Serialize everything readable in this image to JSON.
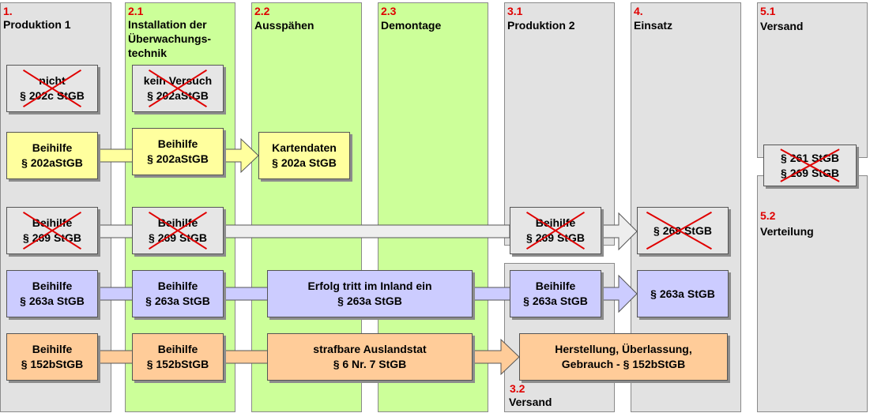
{
  "phases": [
    {
      "num": "1.",
      "title": "Produktion 1"
    },
    {
      "num": "2.1",
      "title": "Installation der Überwachungs-technik",
      "title_lines": [
        "Installation der",
        "Überwachungs-",
        "technik"
      ]
    },
    {
      "num": "2.2",
      "title": "Ausspähen"
    },
    {
      "num": "2.3",
      "title": "Demontage"
    },
    {
      "num": "3.1",
      "title": "Produktion 2"
    },
    {
      "num": "4.",
      "title": "Einsatz"
    },
    {
      "num": "5.1",
      "title": "Versand"
    },
    {
      "num": "5.2",
      "title": "Verteilung"
    },
    {
      "num": "3.2",
      "title": "Versand"
    }
  ],
  "boxes": {
    "r1_c1": {
      "lines": [
        "nicht",
        "§ 202c StGB"
      ],
      "crossed": true
    },
    "r1_c2": {
      "lines": [
        "kein Versuch",
        "§ 202aStGB"
      ],
      "crossed": true
    },
    "r2_c1": {
      "lines": [
        "Beihilfe",
        "§ 202aStGB"
      ],
      "crossed": false
    },
    "r2_c2": {
      "lines": [
        "Beihilfe",
        "§ 202aStGB"
      ],
      "crossed": false
    },
    "r2_c3": {
      "lines": [
        "Kartendaten",
        "§ 202a StGB"
      ],
      "crossed": false
    },
    "r2_c7": {
      "lines": [
        "§ 261 StGB",
        "§ 269 StGB"
      ],
      "crossed": true
    },
    "r3_c1": {
      "lines": [
        "Beihilfe",
        "§ 269 StGB"
      ],
      "crossed": true
    },
    "r3_c2": {
      "lines": [
        "Beihilfe",
        "§ 269 StGB"
      ],
      "crossed": true
    },
    "r3_c5": {
      "lines": [
        "Beihilfe",
        "§ 269 StGB"
      ],
      "crossed": true
    },
    "r3_c6": {
      "lines": [
        "§ 269 StGB"
      ],
      "crossed": true
    },
    "r4_c1": {
      "lines": [
        "Beihilfe",
        "§ 263a StGB"
      ],
      "crossed": false
    },
    "r4_c2": {
      "lines": [
        "Beihilfe",
        "§ 263a StGB"
      ],
      "crossed": false
    },
    "r4_c34": {
      "lines": [
        "Erfolg tritt im Inland ein",
        "§ 263a StGB"
      ],
      "crossed": false
    },
    "r4_c5": {
      "lines": [
        "Beihilfe",
        "§ 263a StGB"
      ],
      "crossed": false
    },
    "r4_c6": {
      "lines": [
        "§ 263a StGB"
      ],
      "crossed": false
    },
    "r5_c1": {
      "lines": [
        "Beihilfe",
        "§ 152bStGB"
      ],
      "crossed": false
    },
    "r5_c2": {
      "lines": [
        "Beihilfe",
        "§ 152bStGB"
      ],
      "crossed": false
    },
    "r5_c34": {
      "lines": [
        "strafbare Auslandstat",
        "§ 6 Nr. 7 StGB"
      ],
      "crossed": false
    },
    "r5_c56": {
      "lines": [
        "Herstellung, Überlassung,",
        "Gebrauch -  § 152bStGB"
      ],
      "crossed": false
    }
  },
  "colors": {
    "column_gray": "#e2e2e2",
    "column_green": "#ccff99",
    "box_gray": "#e6e6e6",
    "box_yellow": "#ffff9e",
    "box_blue": "#ccccff",
    "box_orange": "#ffcc99",
    "phase_number": "#e00000",
    "cross": "#e00000"
  }
}
